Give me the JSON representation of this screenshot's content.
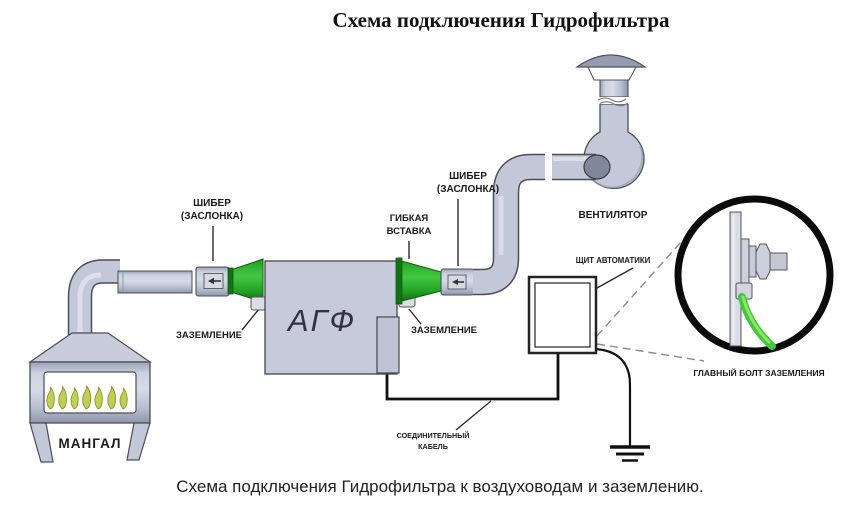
{
  "title": "Схема подключения Гидрофильтра",
  "caption": "Схема подключения Гидрофильтра к воздуховодам и заземлению.",
  "labels": {
    "damper1_line1": "ШИБЕР",
    "damper1_line2": "(ЗАСЛОНКА)",
    "ground1": "ЗАЗЕМЛЕНИЕ",
    "grill": "МАНГАЛ",
    "unit": "АГФ",
    "flex_line1": "ГИБКАЯ",
    "flex_line2": "ВСТАВКА",
    "damper2_line1": "ШИБЕР",
    "damper2_line2": "(ЗАСЛОНКА)",
    "ground2": "ЗАЗЕМЛЕНИЕ",
    "fan": "ВЕНТИЛЯТОР",
    "panel": "ЩИТ АВТОМАТИКИ",
    "cable_line1": "СОЕДИНИТЕЛЬНЫЙ",
    "cable_line2": "КАБЕЛЬ",
    "main_bolt": "ГЛАВНЫЙ БОЛТ ЗАЗЕМЛЕНИЯ"
  },
  "colors": {
    "background": "#ffffff",
    "duct": "#c3c8d8",
    "duct_dark": "#9aa1b6",
    "duct_light": "#dde0ea",
    "outline": "#4d4d57",
    "green": "#2eb82e",
    "green_dark": "#116b11",
    "green_light": "#90e463",
    "flame": "#c2cf4e",
    "flame_outline": "#7e8f2a",
    "cable": "#111111",
    "dashed": "#8a8a8a",
    "text": "#1a1a1a"
  }
}
